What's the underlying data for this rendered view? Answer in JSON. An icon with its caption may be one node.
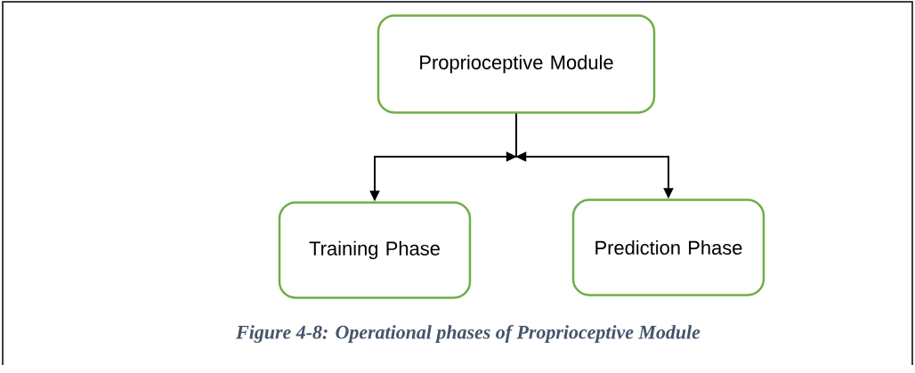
{
  "diagram": {
    "caption": "Figure 4-8: Operational phases of Proprioceptive Module",
    "nodes": [
      {
        "text": [
          "Proprioceptive Module"
        ]
      },
      {
        "text": [
          "Training Phase"
        ]
      },
      {
        "text": [
          "Prediction Phase"
        ]
      }
    ],
    "edges": [
      {
        "from": 0,
        "to": 1,
        "arrow": "to"
      },
      {
        "from": 0,
        "to": 2,
        "arrow": "to"
      }
    ]
  }
}
